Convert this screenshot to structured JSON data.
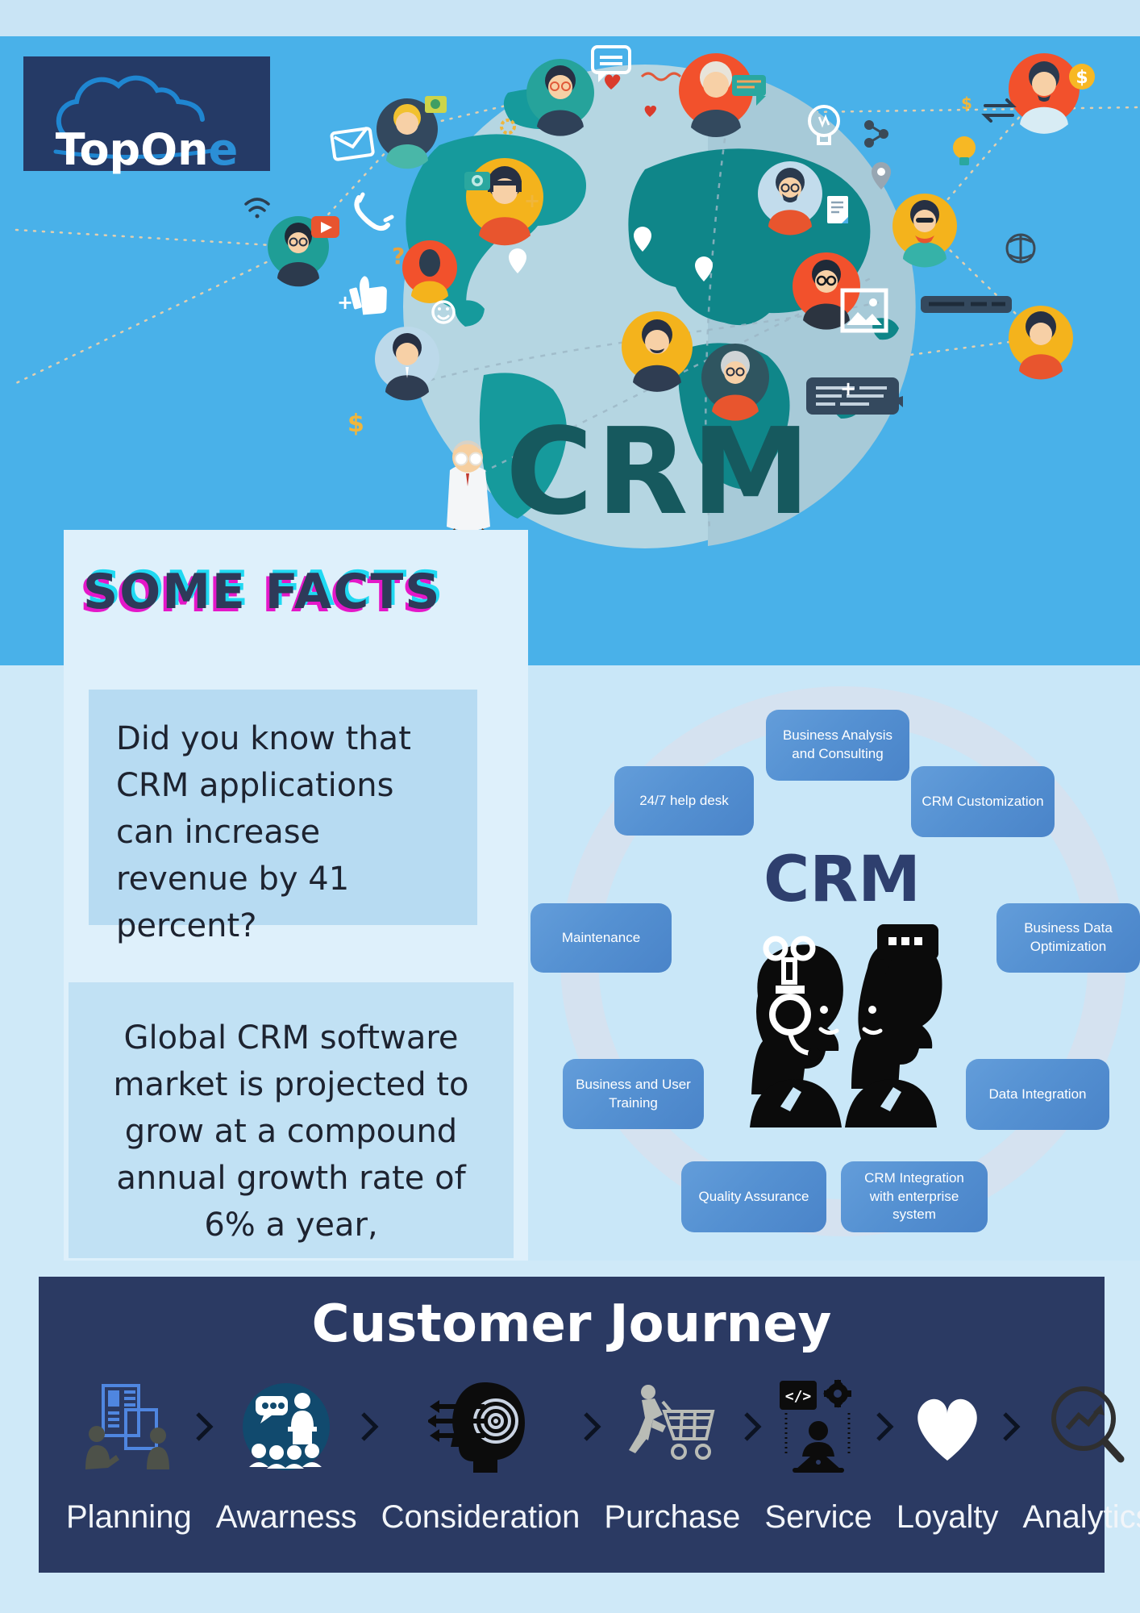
{
  "colors": {
    "hero_blue": "#49b1e9",
    "top_strip": "#c9e4f5",
    "page_bg": "#cfe9f8",
    "panel_bg": "#def0fb",
    "fact_box_bg": "#b7dbf2",
    "diagram_bg": "#c9e7f8",
    "diagram_box_blue": "#5591d2",
    "footer_navy": "#2b3a63",
    "crm_teal": "#16595e",
    "crm_navy": "#2e3f6e",
    "logo_navy": "#253a66",
    "logo_accent": "#2b8fd6"
  },
  "logo": {
    "brand": "TopOn",
    "accent": "e"
  },
  "hero": {
    "crm_title": "CRM"
  },
  "facts": {
    "title": "SOME FACTS",
    "items": [
      {
        "text": "Did you know that CRM applications can increase revenue by 41 percent?"
      },
      {
        "text": "Global CRM software market is projected to grow at a compound annual growth rate of 6% a year,"
      }
    ]
  },
  "diagram": {
    "title": "CRM",
    "labels": [
      "Business Analysis and Consulting",
      "CRM Customization",
      "Business Data Optimization",
      "Data Integration",
      "CRM Integration with enterprise system",
      "Quality Assurance",
      "Business and User Training",
      "Maintenance",
      "24/7 help desk"
    ]
  },
  "journey": {
    "title": "Customer Journey",
    "steps": [
      {
        "label": "Planning",
        "icon": "planning-icon"
      },
      {
        "label": "Awarness",
        "icon": "awareness-icon"
      },
      {
        "label": "Consideration",
        "icon": "consideration-icon"
      },
      {
        "label": "Purchase",
        "icon": "purchase-icon"
      },
      {
        "label": "Service",
        "icon": "service-icon"
      },
      {
        "label": "Loyalty",
        "icon": "loyalty-icon"
      },
      {
        "label": "Analytics",
        "icon": "analytics-icon"
      }
    ]
  }
}
